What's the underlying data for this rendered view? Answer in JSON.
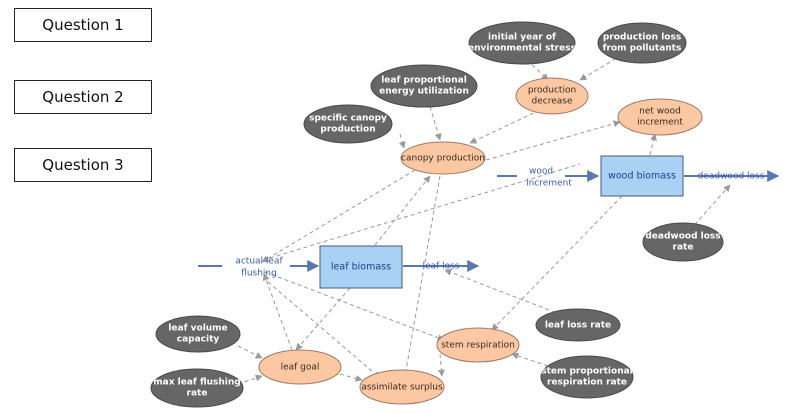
{
  "questions": [
    {
      "label": "Question 1"
    },
    {
      "label": "Question 2"
    },
    {
      "label": "Question 3"
    }
  ],
  "colors": {
    "dark_node": "#666666",
    "orange_node": "#fcc8a4",
    "stock_fill": "#a8d1f3",
    "flow_arrow": "#5a77b0",
    "link_arrow": "#9a9a9a"
  },
  "nodes": {
    "initial_year": {
      "line1": "initial year of",
      "line2": "environmental stress"
    },
    "production_loss": {
      "line1": "production loss",
      "line2": "from pollutants"
    },
    "leaf_proportional": {
      "line1": "leaf proportional",
      "line2": "energy utilization"
    },
    "production_decrease": {
      "line1": "production",
      "line2": "decrease"
    },
    "net_wood_increment": {
      "line1": "net wood",
      "line2": "increment"
    },
    "specific_canopy": {
      "line1": "specific canopy",
      "line2": "production"
    },
    "canopy_production": {
      "line1": "canopy production"
    },
    "deadwood_loss_rate": {
      "line1": "deadwood loss",
      "line2": "rate"
    },
    "leaf_loss_rate": {
      "line1": "leaf loss rate"
    },
    "leaf_volume": {
      "line1": "leaf volume",
      "line2": "capacity"
    },
    "leaf_goal": {
      "line1": "leaf goal"
    },
    "stem_respiration": {
      "line1": "stem respiration"
    },
    "max_leaf_flushing": {
      "line1": "max leaf flushing",
      "line2": "rate"
    },
    "assimilate_surplus": {
      "line1": "assimilate surplus"
    },
    "stem_proportional": {
      "line1": "stem proportional",
      "line2": "respiration rate"
    }
  },
  "stocks": {
    "wood_biomass": "wood biomass",
    "leaf_biomass": "leaf biomass"
  },
  "flows": {
    "wood_increment": {
      "line1": "wood",
      "line2": "increment"
    },
    "deadwood_loss": "deadwood loss",
    "actual_leaf_flushing": {
      "line1": "actual leaf",
      "line2": "flushing"
    },
    "leaf_loss": "leaf loss"
  }
}
